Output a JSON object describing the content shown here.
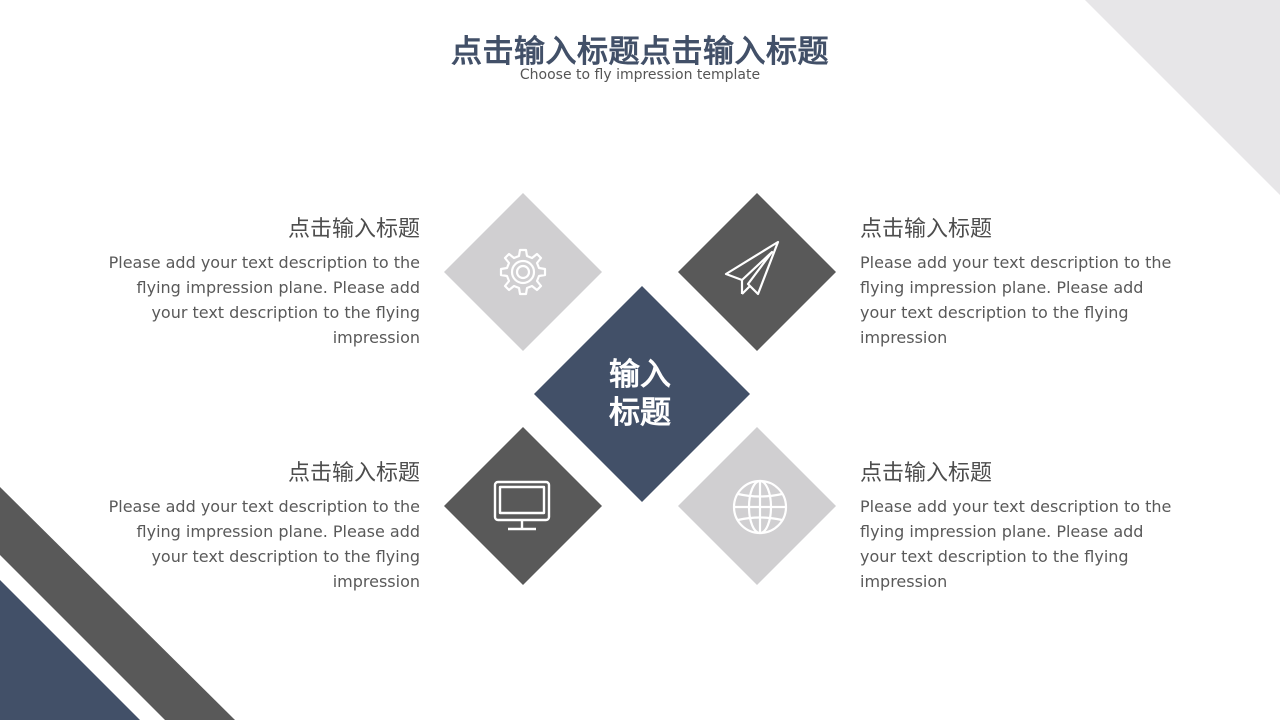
{
  "header": {
    "title": "点击输入标题点击输入标题",
    "subtitle": "Choose to fly impression template"
  },
  "center": {
    "line1": "输入",
    "line2": "标题"
  },
  "blocks": [
    {
      "title": "点击输入标题",
      "desc": "Please add your text description to the flying impression plane. Please add your text description to the flying impression"
    },
    {
      "title": "点击输入标题",
      "desc": "Please add your text description to the flying impression plane. Please add your text description to the flying impression"
    },
    {
      "title": "点击输入标题",
      "desc": "Please add your text description to the flying impression plane. Please add your text description to the flying impression"
    },
    {
      "title": "点击输入标题",
      "desc": "Please add your text description to the flying impression plane. Please add your text description to the flying impression"
    }
  ],
  "icons": [
    "gear-icon",
    "paper-plane-icon",
    "monitor-icon",
    "globe-icon"
  ],
  "colors": {
    "navy": "#425068",
    "dark_gray": "#595959",
    "light_gray": "#d0cfd1",
    "corner_gray": "#e7e6e8"
  }
}
